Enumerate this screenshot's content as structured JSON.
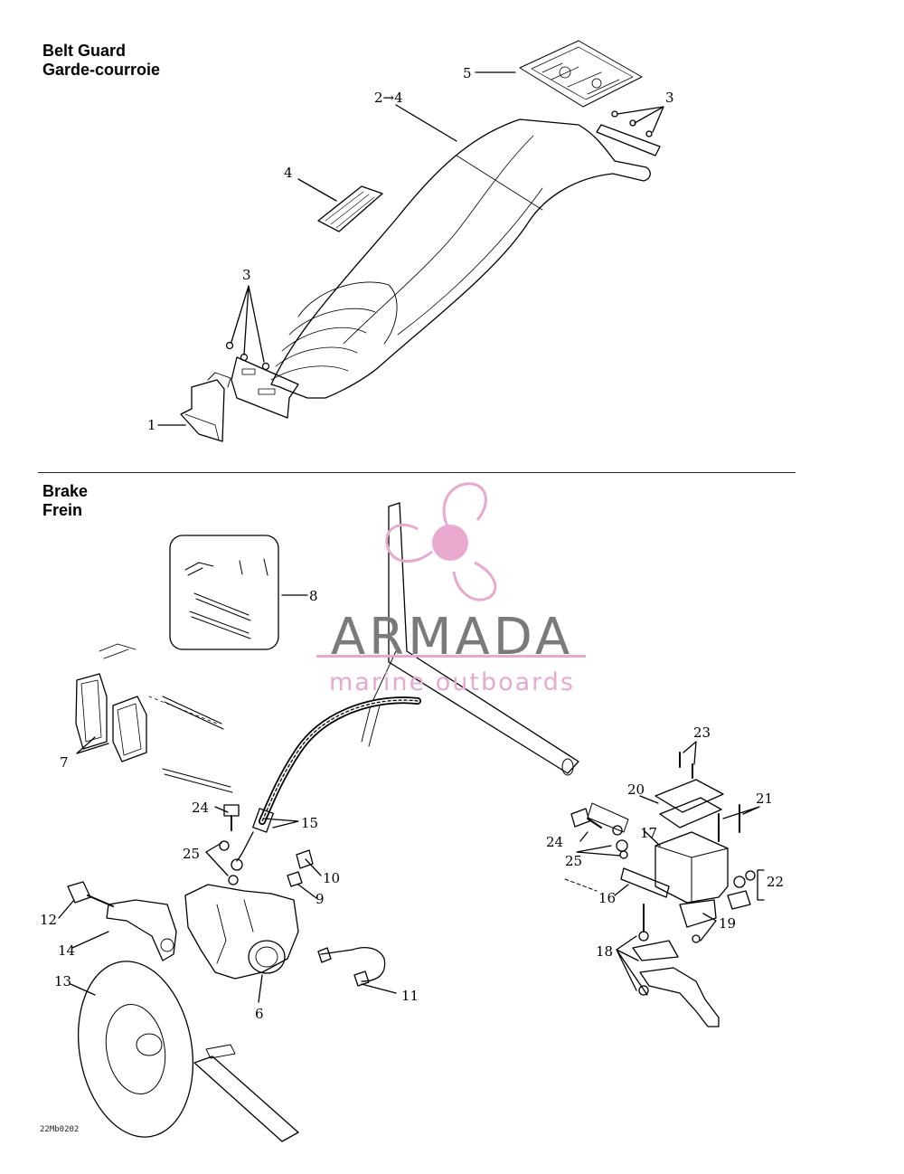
{
  "sections": {
    "belt_guard": {
      "title_en": "Belt Guard",
      "title_fr": "Garde-courroie"
    },
    "brake": {
      "title_en": "Brake",
      "title_fr": "Frein"
    }
  },
  "callouts": {
    "belt": {
      "c1": "1",
      "c2to4": "2→4",
      "c3a": "3",
      "c3b": "3",
      "c4": "4",
      "c5": "5"
    },
    "brake": {
      "c6": "6",
      "c7": "7",
      "c8": "8",
      "c9": "9",
      "c10": "10",
      "c11": "11",
      "c12": "12",
      "c13": "13",
      "c14": "14",
      "c15": "15",
      "c16": "16",
      "c17": "17",
      "c18": "18",
      "c19": "19",
      "c20": "20",
      "c21": "21",
      "c22": "22",
      "c23": "23",
      "c24a": "24",
      "c24b": "24",
      "c25a": "25",
      "c25b": "25"
    }
  },
  "watermark": {
    "brand": "ARMADA",
    "tagline": "marine outboards",
    "pink": "#e9a9cf",
    "gray": "#7a7a7a"
  },
  "drawing_code": "22Mb0202"
}
